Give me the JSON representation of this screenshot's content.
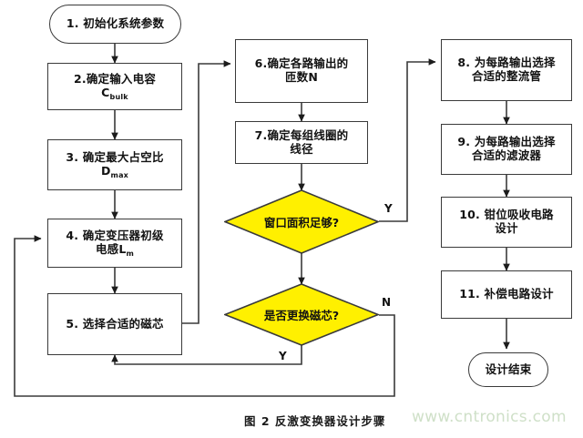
{
  "figure": {
    "caption": "图 2 反激变换器设计步骤",
    "watermark": "www.cntronics.com",
    "colors": {
      "decision_fill": "#FFF000",
      "node_stroke": "#3a3a3a",
      "node_fill": "#ffffff",
      "text": "#121212",
      "watermark": "#cfe0c8"
    }
  },
  "nodes": {
    "start": {
      "label": "1. 初始化系统参数",
      "shape": "terminator"
    },
    "n2": {
      "line1": "2.确定输入电容",
      "line2_base": "C",
      "line2_sub": "bulk",
      "shape": "process"
    },
    "n3": {
      "line1": "3. 确定最大占空比",
      "line2_base": "D",
      "line2_sub": "max",
      "shape": "process"
    },
    "n4": {
      "line1": "4. 确定变压器初级",
      "line2_base": "电感L",
      "line2_sub": "m",
      "shape": "process"
    },
    "n5": {
      "label": "5. 选择合适的磁芯",
      "shape": "process"
    },
    "n6": {
      "line1": "6.确定各路输出的",
      "line2": "匝数N",
      "shape": "process"
    },
    "n7": {
      "line1": "7.确定每组线圈的",
      "line2": "线径",
      "shape": "process"
    },
    "d1": {
      "label": "窗口面积足够?",
      "shape": "decision"
    },
    "d2": {
      "label": "是否更换磁芯?",
      "shape": "decision"
    },
    "n8": {
      "line1": "8. 为每路输出选择",
      "line2": "合适的整流管",
      "shape": "process"
    },
    "n9": {
      "line1": "9. 为每路输出选择",
      "line2": "合适的滤波器",
      "shape": "process"
    },
    "n10": {
      "line1": "10. 钳位吸收电路",
      "line2": "设计",
      "shape": "process"
    },
    "n11": {
      "label": "11. 补偿电路设计",
      "shape": "process"
    },
    "end": {
      "label": "设计结束",
      "shape": "terminator"
    }
  },
  "edge_labels": {
    "d1_yes": "Y",
    "d2_no": "N",
    "d2_yes": "Y"
  }
}
